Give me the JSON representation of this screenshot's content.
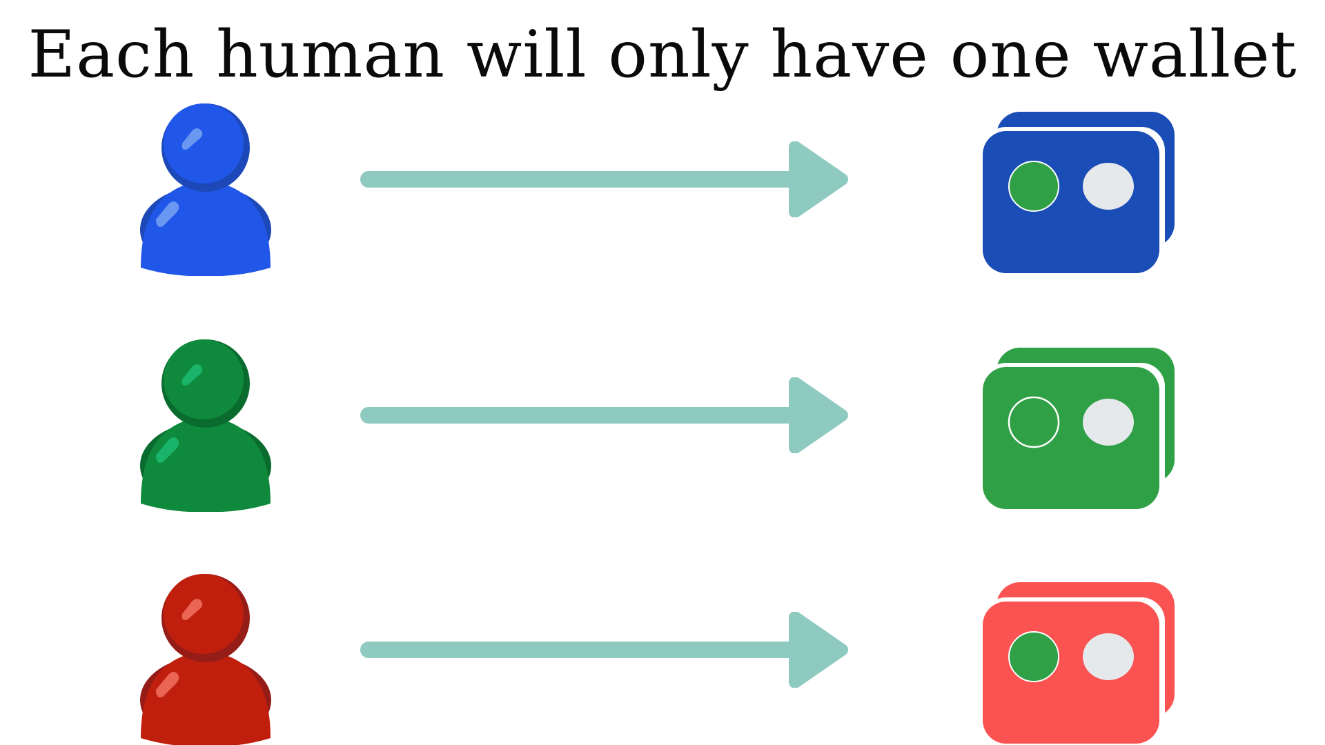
{
  "title": "Each human will only have one wallet",
  "colors": {
    "arrow": "#8fcac1",
    "dot_green": "#30a046",
    "dot_white": "#e6e9ec"
  },
  "pairs": [
    {
      "person_color": "#2157e8",
      "person_shadow": "#1d48b8",
      "person_highlight": "#6a97f2",
      "wallet_color": "#1b4db6",
      "wallet_back": "#1b4db6",
      "dot_left": "green"
    },
    {
      "person_color": "#0f8a3c",
      "person_shadow": "#0a6b2e",
      "person_highlight": "#19b46a",
      "wallet_color": "#30a046",
      "wallet_back": "#30a046",
      "dot_left": "outline"
    },
    {
      "person_color": "#c01f0e",
      "person_shadow": "#961c17",
      "person_highlight": "#ea6553",
      "wallet_color": "#fa5352",
      "wallet_back": "#fa5352",
      "dot_left": "green"
    }
  ]
}
